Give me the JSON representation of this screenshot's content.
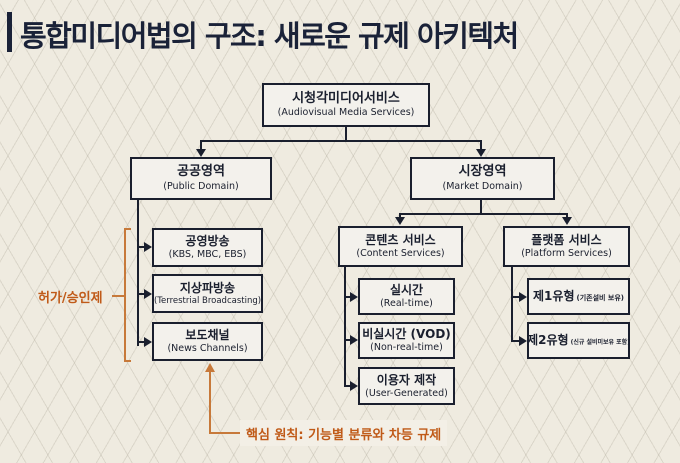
{
  "title": "통합미디어법의 구조: 새로운 규제 아키텍처",
  "root": {
    "ko": "시청각미디어서비스",
    "en": "(Audiovisual Media Services)"
  },
  "public": {
    "ko": "공공영역",
    "en": "(Public Domain)",
    "children": [
      {
        "ko": "공영방송",
        "en": "(KBS, MBC, EBS)"
      },
      {
        "ko": "지상파방송",
        "en": "(Terrestrial Broadcasting)"
      },
      {
        "ko": "보도채널",
        "en": "(News Channels)"
      }
    ],
    "bracket_label": "허가/승인제"
  },
  "market": {
    "ko": "시장영역",
    "en": "(Market Domain)"
  },
  "content": {
    "ko": "콘텐츠 서비스",
    "en": "(Content Services)",
    "children": [
      {
        "ko": "실시간",
        "en": "(Real-time)"
      },
      {
        "ko": "비실시간 (VOD)",
        "en": "(Non-real-time)"
      },
      {
        "ko": "이용자 제작",
        "en": "(User-Generated)"
      }
    ]
  },
  "platform": {
    "ko": "플랫폼 서비스",
    "en": "(Platform Services)",
    "children": [
      {
        "ko": "제1유형",
        "note": "(기존설비 보유)"
      },
      {
        "ko": "제2유형",
        "note": "(신규 설비미보유 포함)"
      }
    ]
  },
  "principle": "핵심 원칙: 기능별 분류와 차등 규제",
  "colors": {
    "accent": "#c7793a",
    "navy": "#1a2238"
  }
}
